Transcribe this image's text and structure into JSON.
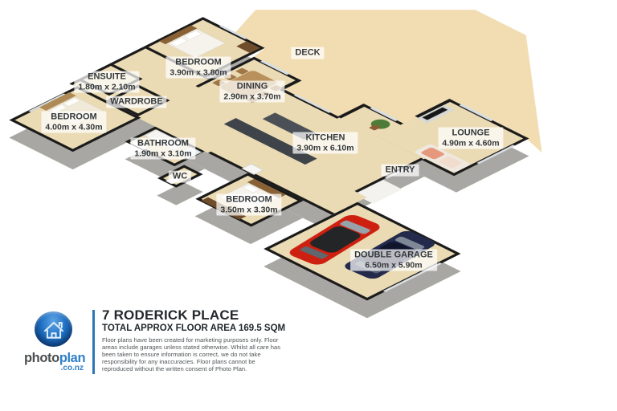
{
  "plan": {
    "rooms": [
      {
        "label": "BEDROOM",
        "dims": "3.90m x 3.80m"
      },
      {
        "label": "ENSUITE",
        "dims": "1.80m x 2.10m"
      },
      {
        "label": "WARDROBE",
        "dims": ""
      },
      {
        "label": "BEDROOM",
        "dims": "4.00m x 4.30m"
      },
      {
        "label": "BATHROOM",
        "dims": "1.90m x 3.10m"
      },
      {
        "label": "WC",
        "dims": ""
      },
      {
        "label": "BEDROOM",
        "dims": "3.50m x 3.30m"
      },
      {
        "label": "DINING",
        "dims": "2.90m x 3.70m"
      },
      {
        "label": "KITCHEN",
        "dims": "3.90m x 6.10m"
      },
      {
        "label": "LOUNGE",
        "dims": "4.90m x 4.60m"
      },
      {
        "label": "ENTRY",
        "dims": ""
      },
      {
        "label": "DECK",
        "dims": ""
      },
      {
        "label": "DOUBLE GARAGE",
        "dims": "6.50m x 5.90m"
      }
    ]
  },
  "branding": {
    "word_photo": "photo",
    "word_plan": "plan",
    "domain": ".co.nz"
  },
  "title_block": {
    "title": "7 RODERICK PLACE",
    "subtitle": "TOTAL APPROX FLOOR AREA 169.5 SQM",
    "disclaimer": "Floor plans have been created for marketing purposes only. Floor areas include garages unless stated otherwise. Whilst all care has been taken to ensure information is correct, we do not take responsibility for any inaccuracies. Floor plans cannot be reproduced without the written consent of Photo Plan."
  },
  "colors": {
    "accent_blue": "#2e75b6",
    "wall_black": "#1a1a1a",
    "floor_beige": "#eadbb4",
    "deck_tan": "#f2ddb2",
    "foundation_grey": "#a9a7a3",
    "car_red": "#ce2010",
    "car_navy": "#232a4b"
  }
}
